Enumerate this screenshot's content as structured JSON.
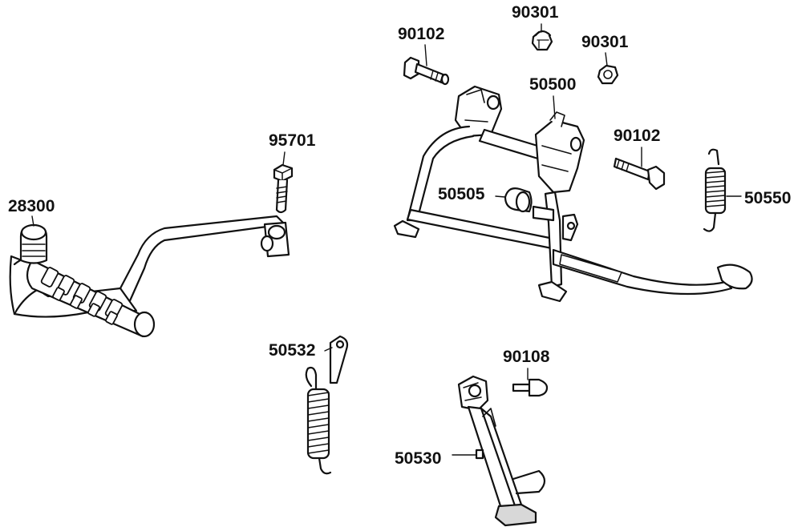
{
  "parts": [
    {
      "id": "28300",
      "label": "28300"
    },
    {
      "id": "95701",
      "label": "95701"
    },
    {
      "id": "90102a",
      "label": "90102"
    },
    {
      "id": "90301a",
      "label": "90301"
    },
    {
      "id": "90301b",
      "label": "90301"
    },
    {
      "id": "50500",
      "label": "50500"
    },
    {
      "id": "90102b",
      "label": "90102"
    },
    {
      "id": "50505",
      "label": "50505"
    },
    {
      "id": "50550",
      "label": "50550"
    },
    {
      "id": "50532",
      "label": "50532"
    },
    {
      "id": "90108",
      "label": "90108"
    },
    {
      "id": "50530",
      "label": "50530"
    }
  ],
  "colors": {
    "ink": "#111111",
    "fill": "#ffffff",
    "shade": "#d8d8d8"
  }
}
